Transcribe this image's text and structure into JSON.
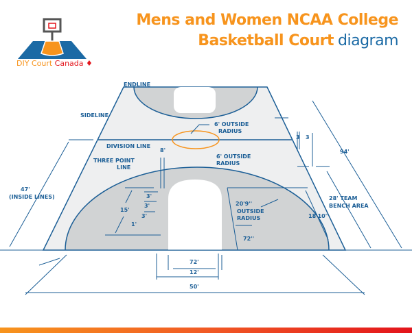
{
  "header": {
    "title_line1": "Mens and Women NCAA College",
    "title_line2": "Basketball Court",
    "title_suffix": "diagram"
  },
  "logo": {
    "brand": "DIY Court",
    "country": "Canada"
  },
  "labels": {
    "endline": "ENDLINE",
    "sideline": "SIDELINE",
    "division_line": "DIVISION LINE",
    "three_point_1": "THREE POINT",
    "three_point_2": "LINE",
    "center_radius_1": "6' OUTSIDE",
    "center_radius_2": "RADIUS",
    "ft_radius_1": "6' OUTSIDE",
    "ft_radius_2": "RADIUS",
    "arc_radius_1": "20'9''",
    "arc_radius_2": "OUTSIDE",
    "arc_radius_3": "RADIUS",
    "eight": "8'",
    "fifteen": "15'",
    "three_a": "3'",
    "three_b": "3'",
    "three_c": "3'",
    "one": "1'",
    "seventy_two_in": "72''",
    "eighteen_ten": "18'10''",
    "three_left": "3",
    "three_right": "3",
    "ninety_four": "94'",
    "forty_seven": "47'",
    "inside_lines": "(INSIDE LINES)",
    "bench_1": "28' TEAM",
    "bench_2": "BENCH AREA",
    "lane_72": "72'",
    "lane_12": "12'",
    "width_50": "50'"
  },
  "colors": {
    "blue": "#1b5e96",
    "orange": "#f7941d",
    "court": "#eeeff0",
    "key": "#d1d3d4"
  }
}
